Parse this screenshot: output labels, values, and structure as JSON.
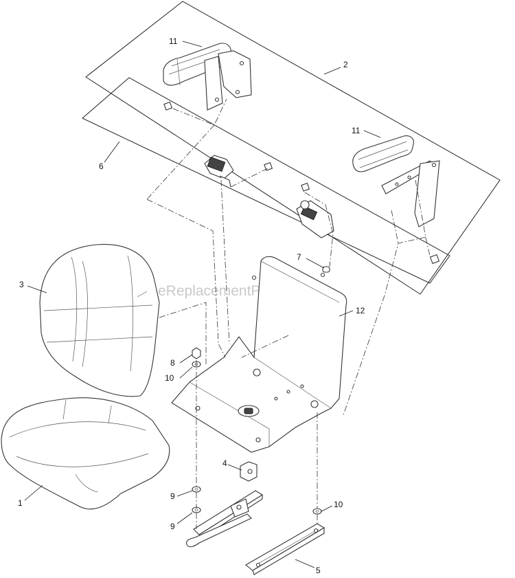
{
  "watermark": "eReplacementParts.com",
  "callouts": {
    "c1": "1",
    "c2": "2",
    "c3": "3",
    "c4": "4",
    "c5": "5",
    "c6": "6",
    "c7": "7",
    "c8": "8",
    "c9a": "9",
    "c9b": "9",
    "c10a": "10",
    "c10b": "10",
    "c11a": "11",
    "c11b": "11",
    "c12": "12"
  }
}
